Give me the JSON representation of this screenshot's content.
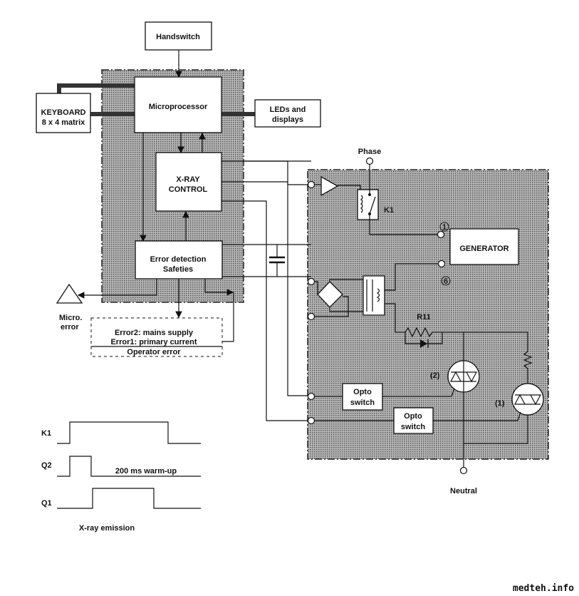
{
  "blocks": {
    "handswitch": "Handswitch",
    "microprocessor": "Microprocessor",
    "keyboard_line1": "KEYBOARD",
    "keyboard_line2": "8 x 4 matrix",
    "leds_line1": "LEDs and",
    "leds_line2": "displays",
    "xray_line1": "X-RAY",
    "xray_line2": "CONTROL",
    "error_line1": "Error detection",
    "error_line2": "Safeties",
    "micro_error_line1": "Micro.",
    "micro_error_line2": "error",
    "error2": "Error2: mains supply",
    "error1": "Error1: primary current",
    "operator_error": "Operator error"
  },
  "circuit": {
    "phase": "Phase",
    "relay": "K1",
    "terminal_1": "1",
    "generator": "GENERATOR",
    "terminal_6": "6",
    "resistor": "R11",
    "triac_2": "(2)",
    "triac_1": "(1)",
    "opto1_line1": "Opto",
    "opto1_line2": "switch",
    "opto2_line1": "Opto",
    "opto2_line2": "switch",
    "neutral": "Neutral"
  },
  "timing": {
    "k1": "K1",
    "q2": "Q2",
    "q1": "Q1",
    "warmup": "200 ms warm-up",
    "emission": "X-ray emission"
  },
  "watermark": "medteh.info",
  "colors": {
    "shade": "#9a9a9a",
    "line": "#111111"
  }
}
